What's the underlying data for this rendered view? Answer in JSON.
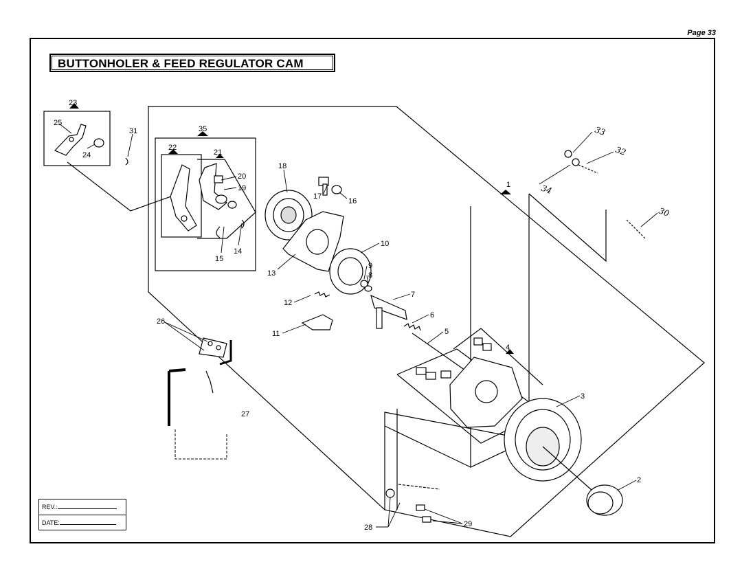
{
  "page_label": "Page 33",
  "title": "BUTTONHOLER & FEED REGULATOR CAM",
  "rev_box": {
    "rev_label": "REV.:",
    "date_label": "DATE:"
  },
  "callouts": {
    "c1": "1",
    "c2": "2",
    "c3": "3",
    "c4": "4",
    "c5": "5",
    "c6": "6",
    "c7": "7",
    "c8": "8",
    "c9": "9",
    "c10": "10",
    "c11": "11",
    "c12": "12",
    "c13": "13",
    "c14": "14",
    "c15": "15",
    "c16": "16",
    "c17": "17",
    "c18": "18",
    "c19": "19",
    "c20": "20",
    "c21": "21",
    "c22": "22",
    "c23": "23",
    "c24": "24",
    "c25": "25",
    "c26": "26",
    "c27": "27",
    "c28": "28",
    "c29": "29",
    "c30": "30",
    "c31": "31",
    "c32": "32",
    "c33": "33",
    "c34": "34",
    "c35": "35"
  }
}
